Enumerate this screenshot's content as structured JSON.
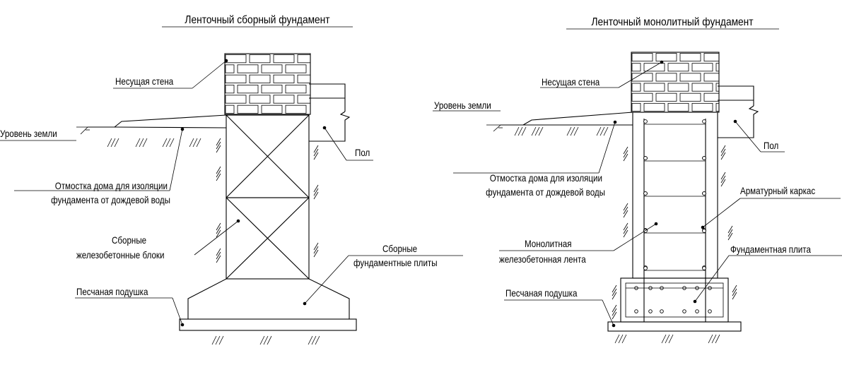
{
  "left_diagram": {
    "title": "Ленточный сборный фундамент",
    "labels": {
      "wall": "Несущая стена",
      "ground": "Уровень земли",
      "floor": "Пол",
      "blind_area_1": "Отмостка дома для изоляции",
      "blind_area_2": "фундамента от дождевой воды",
      "blocks_1": "Сборные",
      "blocks_2": "железобетонные блоки",
      "plates_1": "Сборные",
      "plates_2": "фундаментные плиты",
      "sand": "Песчаная подушка"
    }
  },
  "right_diagram": {
    "title": "Ленточный монолитный фундамент",
    "labels": {
      "wall": "Несущая стена",
      "ground": "Уровень земли",
      "floor": "Пол",
      "blind_area_1": "Отмостка дома для изоляции",
      "blind_area_2": "фундамента от дождевой воды",
      "rebar": "Арматурный каркас",
      "strip_1": "Монолитная",
      "strip_2": "железобетонная лента",
      "slab": "Фундаментная плита",
      "sand": "Песчаная подушка"
    }
  },
  "colors": {
    "line": "#000000",
    "background": "#ffffff"
  }
}
